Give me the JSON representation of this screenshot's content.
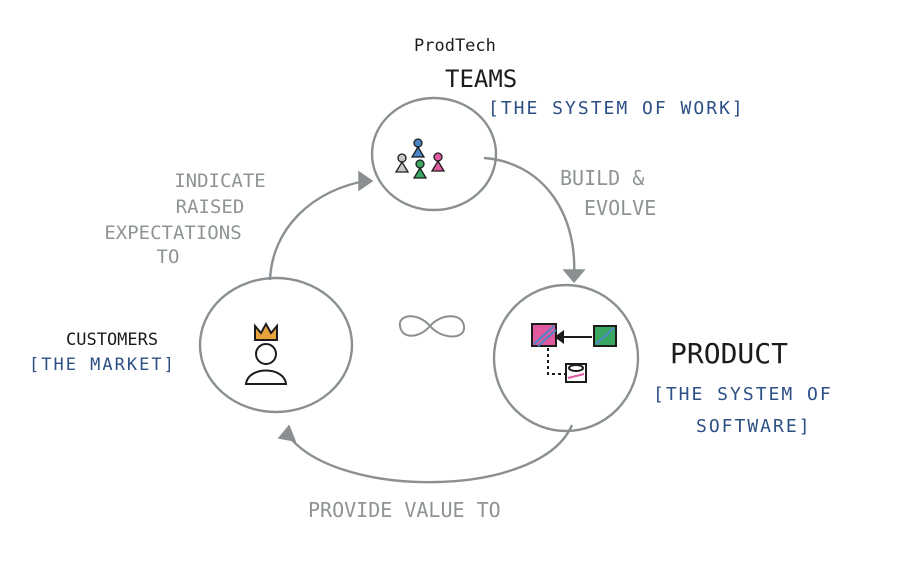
{
  "nodes": {
    "teams": {
      "line1": "ProdTech",
      "line2": "TEAMS",
      "subtitle": "[THE SYSTEM OF WORK]"
    },
    "product": {
      "title": "PRODUCT",
      "subtitle_line1": "[THE SYSTEM OF",
      "subtitle_line2": "SOFTWARE]"
    },
    "customers": {
      "title": "CUSTOMERS",
      "subtitle": "[THE MARKET]"
    }
  },
  "edges": {
    "teams_to_product": {
      "line1": "BUILD &",
      "line2": "EVOLVE"
    },
    "product_to_customers": {
      "line1": "PROVIDE VALUE TO"
    },
    "customers_to_teams": {
      "line1": "INDICATE",
      "line2": "RAISED",
      "line3": "EXPECTATIONS",
      "line4": "TO"
    }
  },
  "center_symbol": "infinity-icon",
  "colors": {
    "ink": "#1c1c1c",
    "stroke": "#8a9092",
    "annotation_blue": "#2c4f86",
    "crown": "#e8a23a",
    "pink": "#e05aa0",
    "green": "#3aa860",
    "blue": "#4a86c8"
  }
}
